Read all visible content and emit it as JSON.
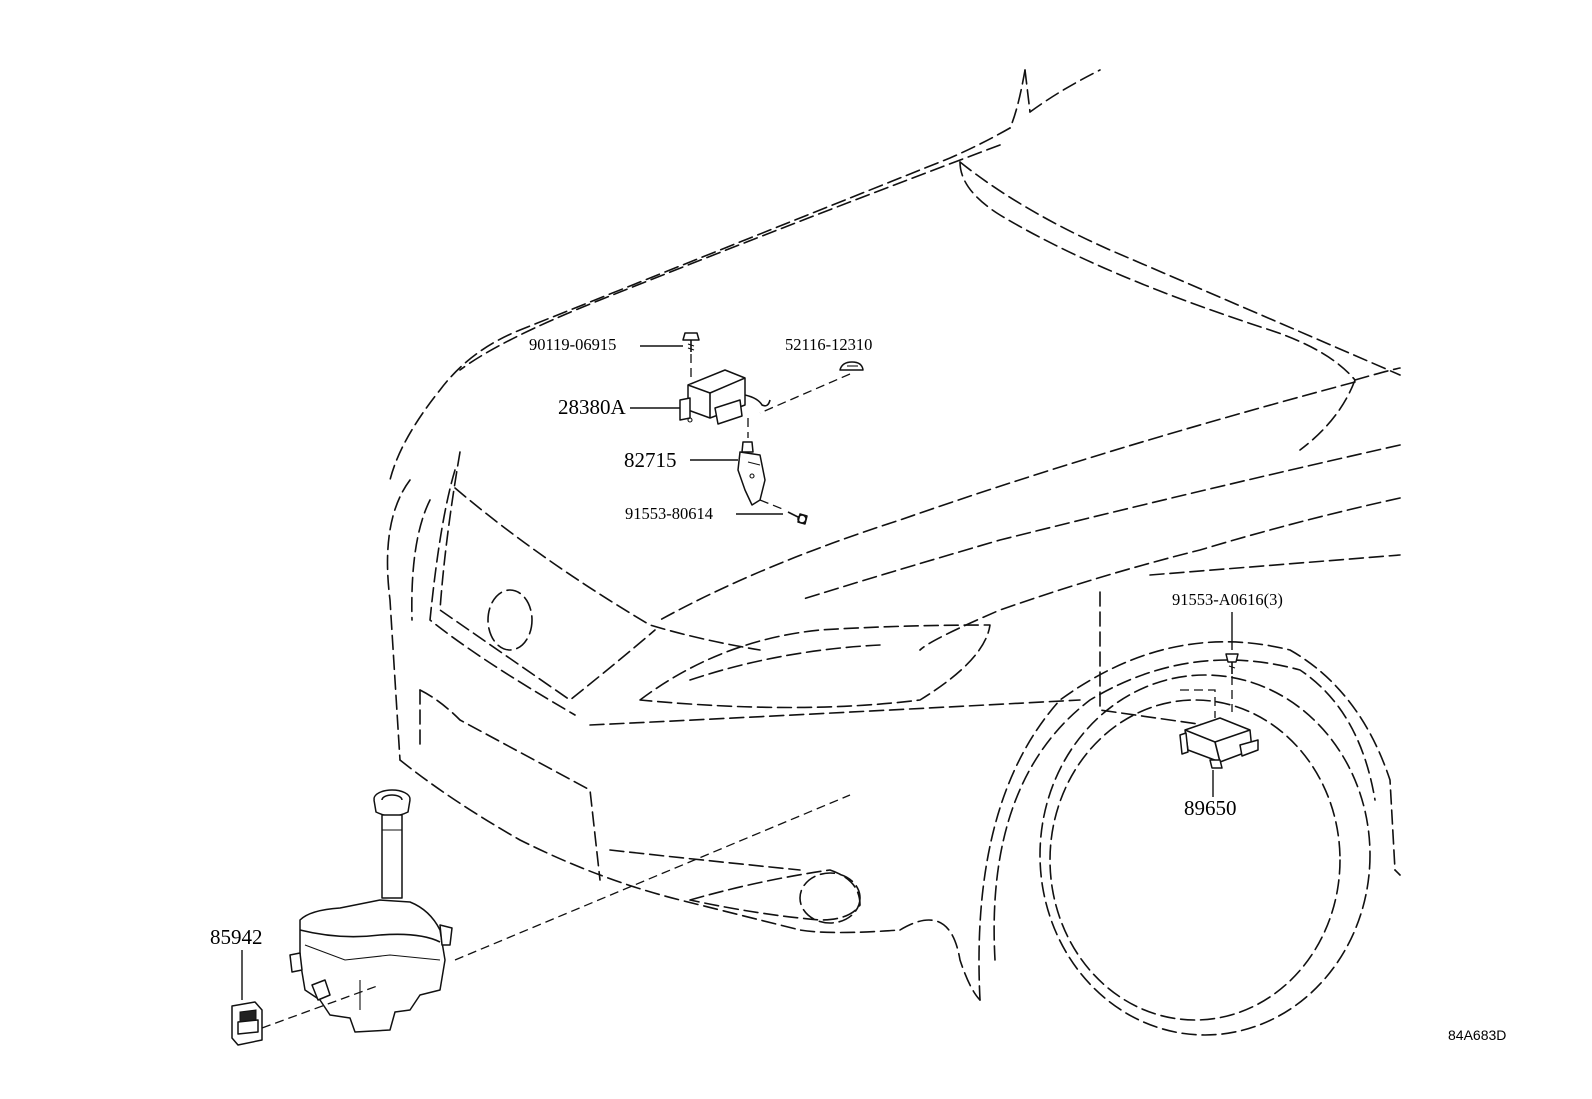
{
  "diagram": {
    "parts": [
      {
        "id": "p1",
        "number": "90119-06915"
      },
      {
        "id": "p2",
        "number": "52116-12310"
      },
      {
        "id": "p3",
        "number": "28380A"
      },
      {
        "id": "p4",
        "number": "82715"
      },
      {
        "id": "p5",
        "number": "91553-80614"
      },
      {
        "id": "p6",
        "number": "91553-A0616(3)"
      },
      {
        "id": "p7",
        "number": "89650"
      },
      {
        "id": "p8",
        "number": "85942"
      }
    ],
    "reference_code": "84A683D"
  }
}
